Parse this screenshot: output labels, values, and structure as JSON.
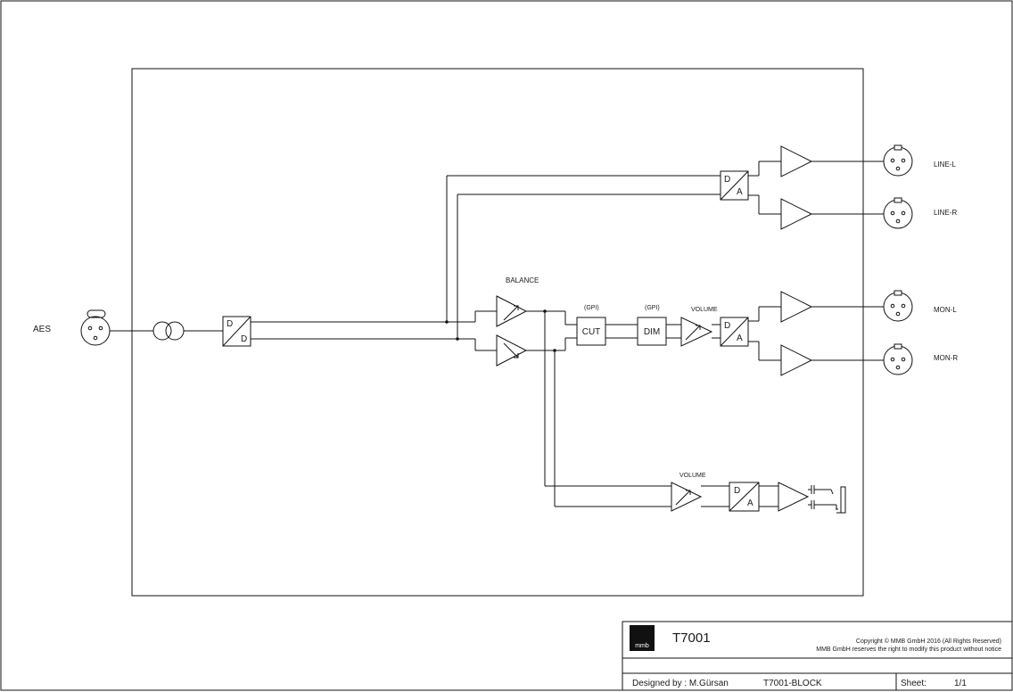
{
  "labels": {
    "aes": "AES",
    "balance": "BALANCE",
    "gpi_cut": "(GPI)",
    "gpi_dim": "(GPI)",
    "volume_top": "VOLUME",
    "volume_bottom": "VOLUME",
    "line_l": "LINE-L",
    "line_r": "LINE-R",
    "mon_l": "MON-L",
    "mon_r": "MON-R"
  },
  "blocks": {
    "cut": "CUT",
    "dim": "DIM",
    "converter_in": {
      "top": "D",
      "bottom": "D"
    },
    "converter_line": {
      "top": "D",
      "bottom": "A"
    },
    "converter_mon": {
      "top": "D",
      "bottom": "A"
    },
    "converter_hp": {
      "top": "D",
      "bottom": "A"
    }
  },
  "title_block": {
    "logo_text": "mmb",
    "title": "T7001",
    "copyright": "Copyright © MMB GmbH 2016 (All Rights Reserved)",
    "notice": "MMB GmbH reserves the right to modify this product without notice",
    "designed_by": "Designed by : M.Gürsan",
    "drawing_name": "T7001-BLOCK",
    "sheet_label": "Sheet:",
    "sheet_value": "1/1"
  }
}
